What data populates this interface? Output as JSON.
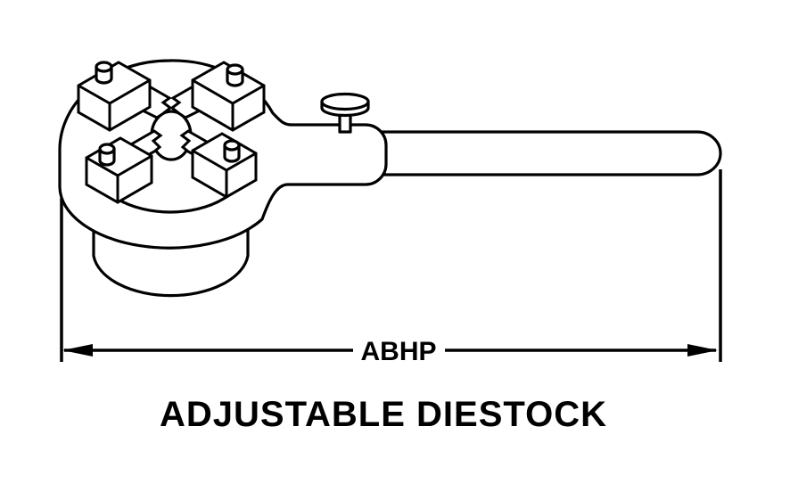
{
  "figure": {
    "type": "technical-line-drawing",
    "dimension_label": "ABHP",
    "title": "ADJUSTABLE DIESTOCK",
    "colors": {
      "line": "#000000",
      "background": "#ffffff"
    },
    "components": [
      "diestock-head",
      "adjusting-jaw-blocks",
      "jaw-guide-studs",
      "center-die-opening",
      "die-pocket-body",
      "thumbscrew",
      "handle",
      "dimension-line"
    ]
  }
}
